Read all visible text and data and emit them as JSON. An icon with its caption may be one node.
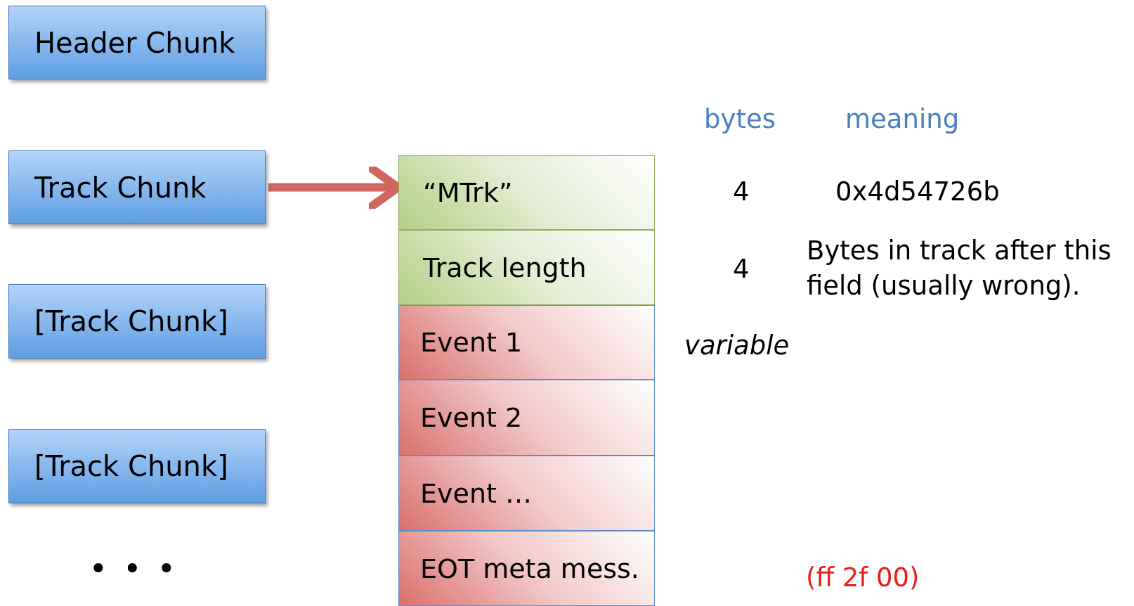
{
  "diagram": {
    "nodes": [
      {
        "text": [
          "Header Chunk"
        ]
      },
      {
        "text": [
          "Track Chunk"
        ]
      },
      {
        "text": [
          "[Track Chunk]"
        ]
      },
      {
        "text": [
          "[Track Chunk]"
        ]
      },
      {
        "text": [
          "“MTrk”"
        ]
      },
      {
        "text": [
          "Track length"
        ]
      },
      {
        "text": [
          "Event 1"
        ]
      },
      {
        "text": [
          "Event 2"
        ]
      },
      {
        "text": [
          "Event …"
        ]
      },
      {
        "text": [
          "EOT meta mess."
        ]
      }
    ],
    "edges": [
      {
        "from": 1,
        "to": 4,
        "arrow": "to"
      }
    ],
    "labels": [
      "bytes",
      "meaning",
      "4",
      "0x4d54726b",
      "4",
      "Bytes in track after this field (usually wrong).",
      "variable",
      "• • •",
      "(ff 2f 00)"
    ]
  }
}
